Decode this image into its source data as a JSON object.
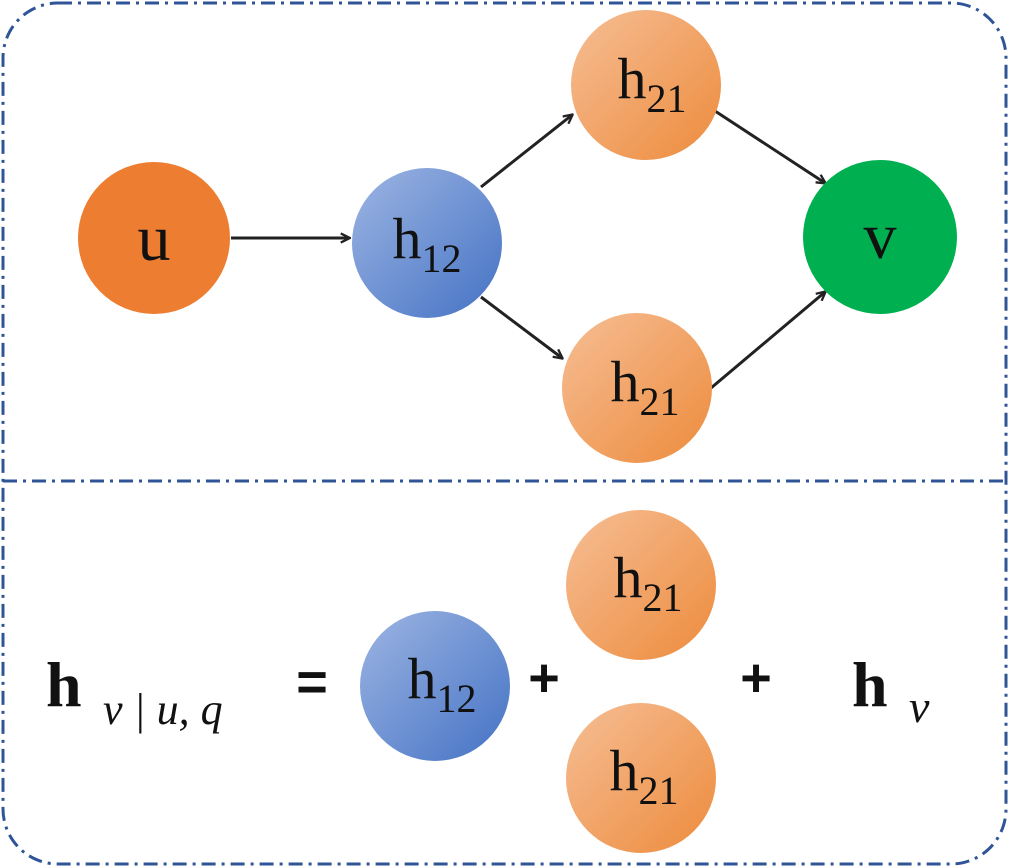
{
  "nodes": {
    "u": {
      "label": "u",
      "color": "#ED7D31"
    },
    "h12": {
      "main": "h",
      "sub": "12"
    },
    "h21": {
      "main": "h",
      "sub": "21"
    },
    "v": {
      "label": "v",
      "color": "#00B050"
    }
  },
  "equation": {
    "lhs_main": "h",
    "lhs_sub": "v | u, q",
    "equals": "=",
    "plus": "+",
    "rhs_main": "h",
    "rhs_sub": "v"
  },
  "colors": {
    "border": "#2F5597",
    "arrow": "#222222",
    "blue_light": "#8EA9DB",
    "blue_dark": "#4472C4",
    "orange_light": "#F4B183",
    "orange_dark": "#ED8B3C"
  }
}
